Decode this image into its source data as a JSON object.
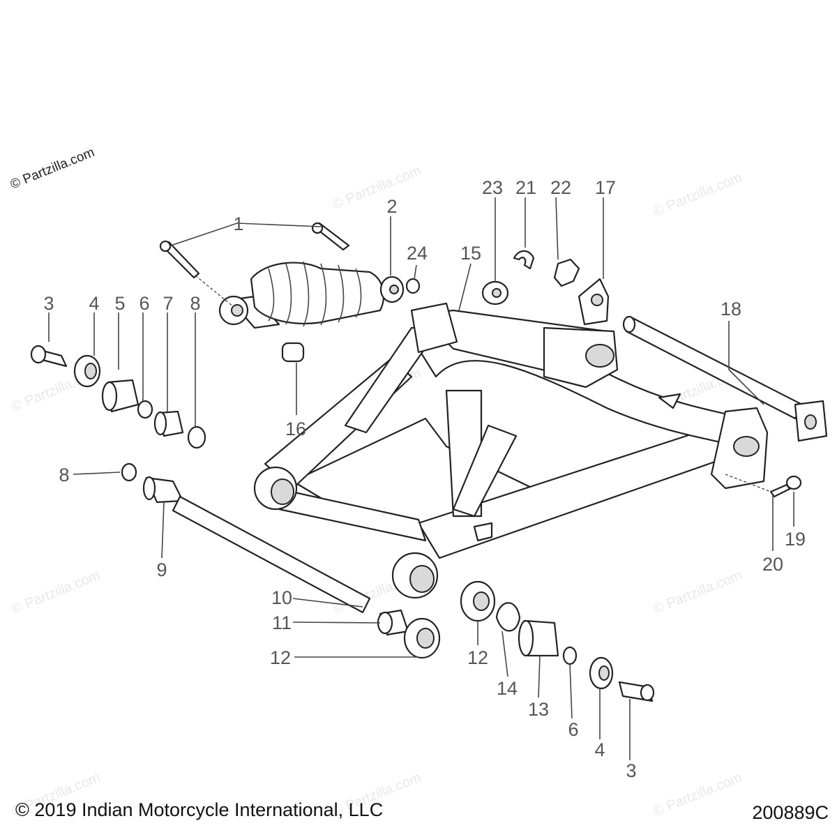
{
  "watermark": "© Partzilla.com",
  "corner_label": "© Partzilla.com",
  "footer": {
    "copyright": "© 2019 Indian Motorcycle International, LLC",
    "drawing_number": "200889C"
  },
  "callouts": [
    {
      "id": "c1",
      "text": "1"
    },
    {
      "id": "c2",
      "text": "2"
    },
    {
      "id": "c3a",
      "text": "3"
    },
    {
      "id": "c3b",
      "text": "3"
    },
    {
      "id": "c4a",
      "text": "4"
    },
    {
      "id": "c4b",
      "text": "4"
    },
    {
      "id": "c5",
      "text": "5"
    },
    {
      "id": "c6a",
      "text": "6"
    },
    {
      "id": "c6b",
      "text": "6"
    },
    {
      "id": "c7",
      "text": "7"
    },
    {
      "id": "c8a",
      "text": "8"
    },
    {
      "id": "c8b",
      "text": "8"
    },
    {
      "id": "c9",
      "text": "9"
    },
    {
      "id": "c10",
      "text": "10"
    },
    {
      "id": "c11",
      "text": "11"
    },
    {
      "id": "c12a",
      "text": "12"
    },
    {
      "id": "c12b",
      "text": "12"
    },
    {
      "id": "c13",
      "text": "13"
    },
    {
      "id": "c14",
      "text": "14"
    },
    {
      "id": "c15",
      "text": "15"
    },
    {
      "id": "c16",
      "text": "16"
    },
    {
      "id": "c17",
      "text": "17"
    },
    {
      "id": "c18",
      "text": "18"
    },
    {
      "id": "c19",
      "text": "19"
    },
    {
      "id": "c20",
      "text": "20"
    },
    {
      "id": "c21",
      "text": "21"
    },
    {
      "id": "c22",
      "text": "22"
    },
    {
      "id": "c23",
      "text": "23"
    },
    {
      "id": "c24",
      "text": "24"
    }
  ]
}
